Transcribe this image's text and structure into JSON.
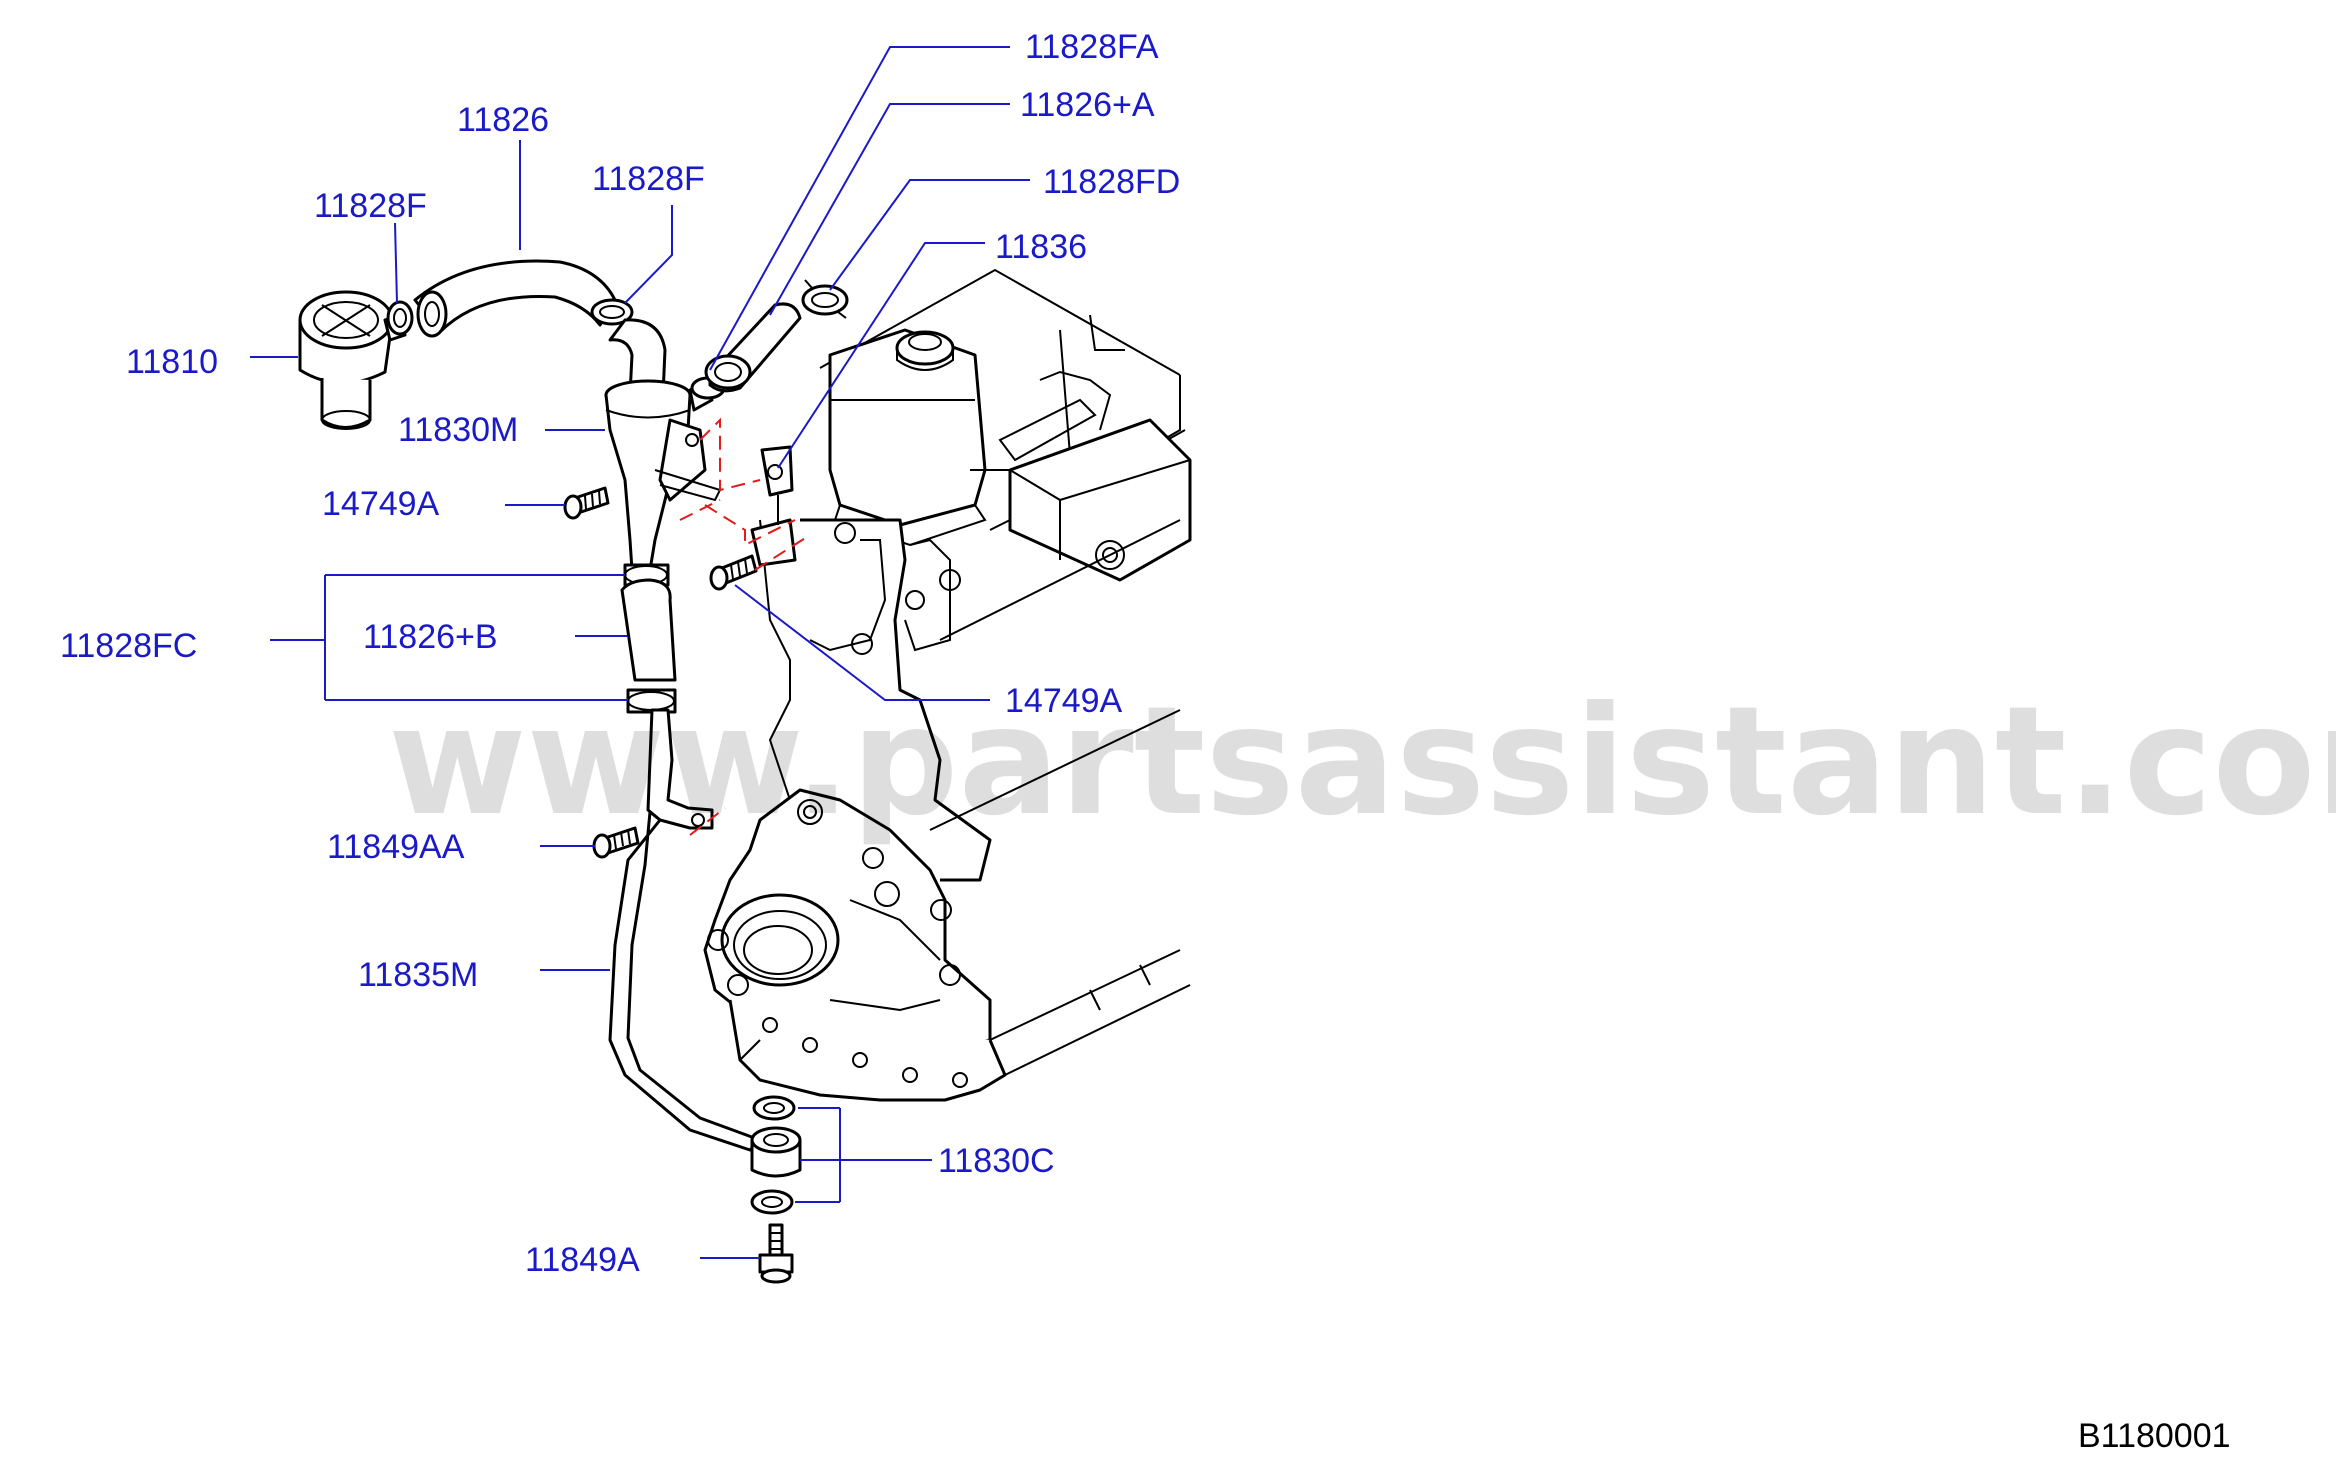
{
  "watermark": "www.partsassistant.com",
  "diagram_code": "B1180001",
  "callouts": {
    "p11828FA": "11828FA",
    "p11826": "11826",
    "p11826A": "11826+A",
    "p11828F_left": "11828F",
    "p11828F_right": "11828F",
    "p11828FD": "11828FD",
    "p11836": "11836",
    "p11810": "11810",
    "p11830M": "11830M",
    "p14749A_left": "14749A",
    "p11828FC": "11828FC",
    "p11826B": "11826+B",
    "p14749A_right": "14749A",
    "p11849AA": "11849AA",
    "p11835M": "11835M",
    "p11830C": "11830C",
    "p11849A": "11849A"
  }
}
